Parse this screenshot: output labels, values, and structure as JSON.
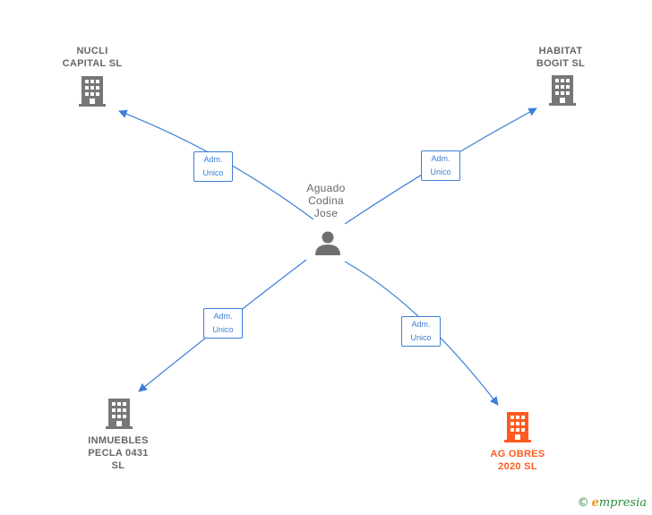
{
  "colors": {
    "edge": "#3d7fd6",
    "node": "#777777",
    "highlight": "#ff5a1f"
  },
  "center": {
    "name": "Aguado\nCodina\nJose",
    "icon": "person-icon"
  },
  "companies": [
    {
      "id": "nucli",
      "name": "NUCLI\nCAPITAL  SL",
      "icon": "building-icon",
      "highlighted": false
    },
    {
      "id": "habitat",
      "name": "HABITAT\nBOGIT  SL",
      "icon": "building-icon",
      "highlighted": false
    },
    {
      "id": "inmuebles",
      "name": "INMUEBLES\nPECLA 0431\nSL",
      "icon": "building-icon",
      "highlighted": false
    },
    {
      "id": "agobres",
      "name": "AG OBRES\n2020  SL",
      "icon": "building-icon",
      "highlighted": true
    }
  ],
  "edges": [
    {
      "to": "nucli",
      "label": "Adm.\nUnico"
    },
    {
      "to": "habitat",
      "label": "Adm.\nUnico"
    },
    {
      "to": "inmuebles",
      "label": "Adm.\nUnico"
    },
    {
      "to": "agobres",
      "label": "Adm.\nUnico"
    }
  ],
  "brand": {
    "copyright": "©",
    "initial": "e",
    "rest": "mpresia"
  }
}
